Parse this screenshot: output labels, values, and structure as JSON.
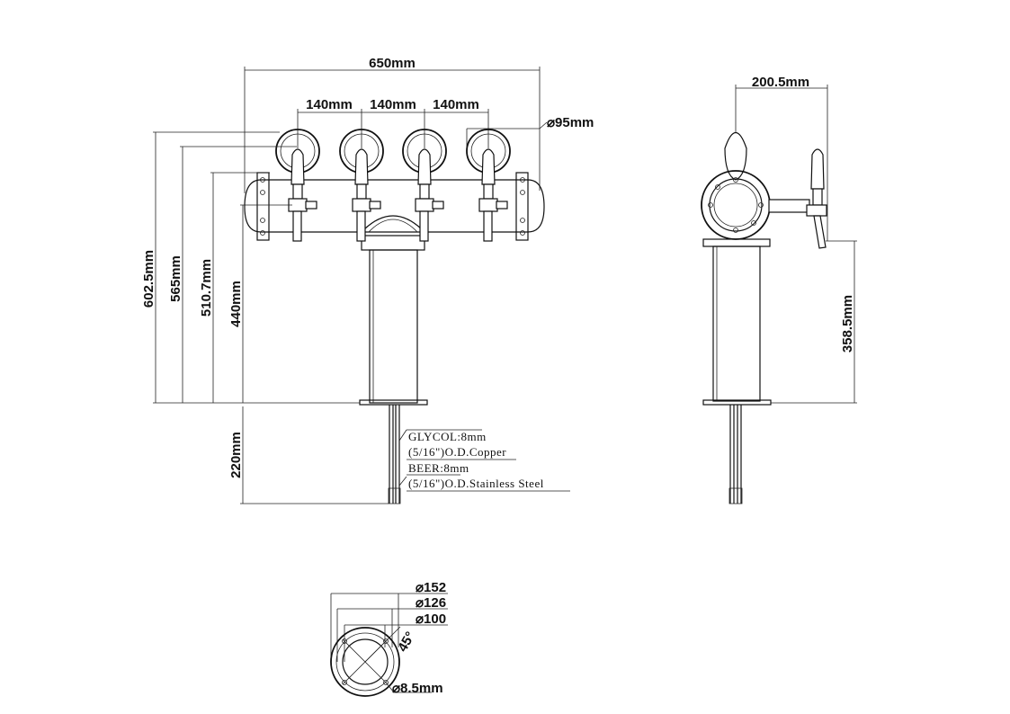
{
  "front_view": {
    "overall_width": "650mm",
    "tap_spacing": [
      "140mm",
      "140mm",
      "140mm"
    ],
    "medallion_diameter": "⌀95mm",
    "heights": {
      "total": "602.5mm",
      "tap_handle": "565mm",
      "tap_center": "510.7mm",
      "column_bar": "440mm"
    },
    "shank_length": "220mm"
  },
  "side_view": {
    "tap_offset": "200.5mm",
    "spout_height": "358.5mm"
  },
  "tube_notes": {
    "glycol_line1": "GLYCOL:8mm",
    "glycol_line2": "(5/16\")O.D.Copper",
    "beer_line1": "BEER:8mm",
    "beer_line2": "(5/16\")O.D.Stainless Steel"
  },
  "base_view": {
    "outer_diameter": "⌀152",
    "bolt_circle_diameter": "⌀126",
    "inner_diameter": "⌀100",
    "angle": "45°",
    "hole_diameter": "⌀8.5mm"
  }
}
